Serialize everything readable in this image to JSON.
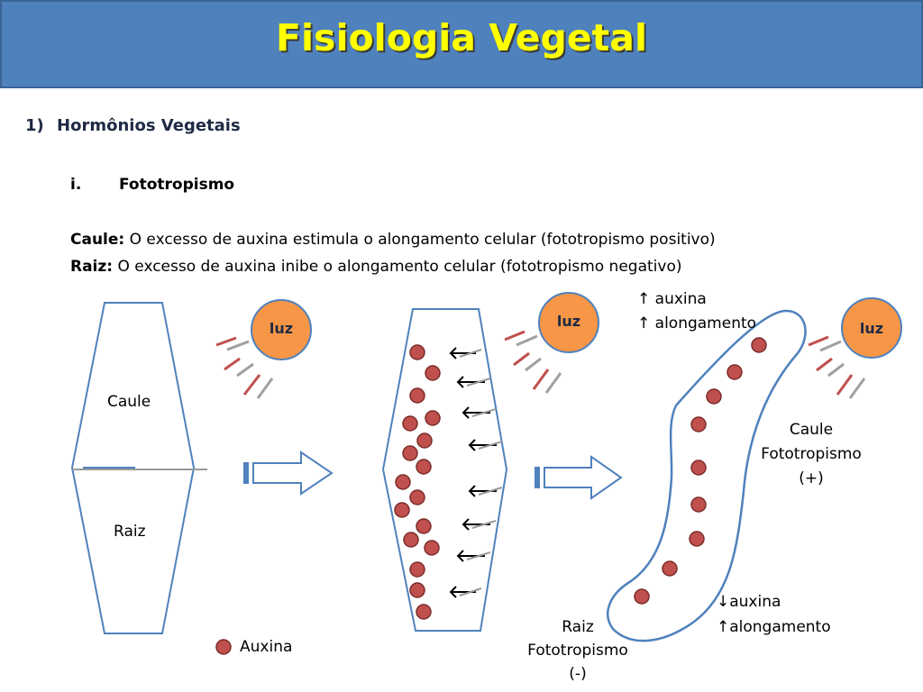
{
  "title": "Fisiologia Vegetal",
  "section": {
    "number": "1)",
    "label": "Hormônios Vegetais"
  },
  "subsection": {
    "number": "i.",
    "label": "Fototropismo"
  },
  "lines": [
    {
      "label": "Caule:",
      "text": " O excesso de auxina estimula o alongamento celular (fototropismo positivo)"
    },
    {
      "label": "Raiz:",
      "text": " O excesso de auxina inibe o alongamento celular (fototropismo negativo)"
    }
  ],
  "diagram": {
    "sun_label": "luz",
    "stem_label": "Caule",
    "root_label": "Raiz",
    "legend_label": "Auxina",
    "top_note": [
      "↑ auxina",
      "↑ alongamento"
    ],
    "stem_note": [
      "Caule",
      "Fototropismo",
      "(+)"
    ],
    "root_note": [
      "Raiz",
      "Fototropismo",
      "(-)"
    ],
    "bottom_note": [
      "↓auxina",
      "↑alongamento"
    ]
  },
  "colors": {
    "title_bar": "#4f81bd",
    "title_text": "#ffff00",
    "sun": "#f79646",
    "auxin": "#c0504d",
    "outline": "#4f81bd"
  }
}
